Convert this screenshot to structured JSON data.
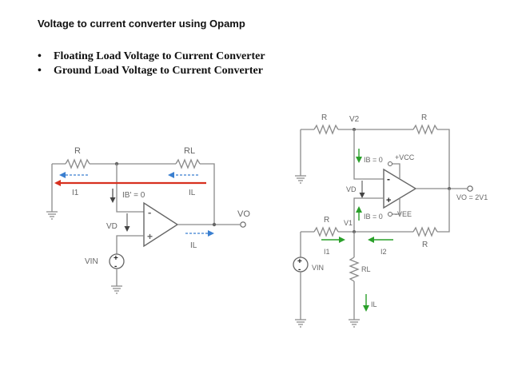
{
  "title": "Voltage to current converter using Opamp",
  "bullets": [
    "Floating Load Voltage to Current Converter",
    "Ground Load Voltage to Current Converter"
  ],
  "colors": {
    "red_arrow": "#d7301f",
    "blue_arrow": "#3a7fd0",
    "green_arrow": "#2aa02a",
    "wire": "#8a8a8a"
  },
  "floating_circuit": {
    "resistor_input": "R",
    "resistor_load": "RL",
    "current_in": "I1",
    "current_load": "IL",
    "bias_current": "IB' = 0",
    "voltage_diff": "VD",
    "voltage_out": "VO",
    "voltage_in": "VIN",
    "opamp_minus": "-",
    "opamp_plus": "+"
  },
  "grounded_circuit": {
    "resistor_top_left": "R",
    "resistor_top_right": "R",
    "resistor_mid_left": "R",
    "resistor_mid_right": "R",
    "resistor_load": "RL",
    "node_v2": "V2",
    "node_v1": "V1",
    "voltage_diff": "VD",
    "bias_top": "IB = 0",
    "bias_bottom": "IB = 0",
    "supply_pos": "+VCC",
    "supply_neg": "-VEE",
    "voltage_out": "VO = 2V1",
    "current_1": "I1",
    "current_2": "I2",
    "current_load": "IL",
    "voltage_in": "VIN",
    "opamp_minus": "-",
    "opamp_plus": "+"
  }
}
